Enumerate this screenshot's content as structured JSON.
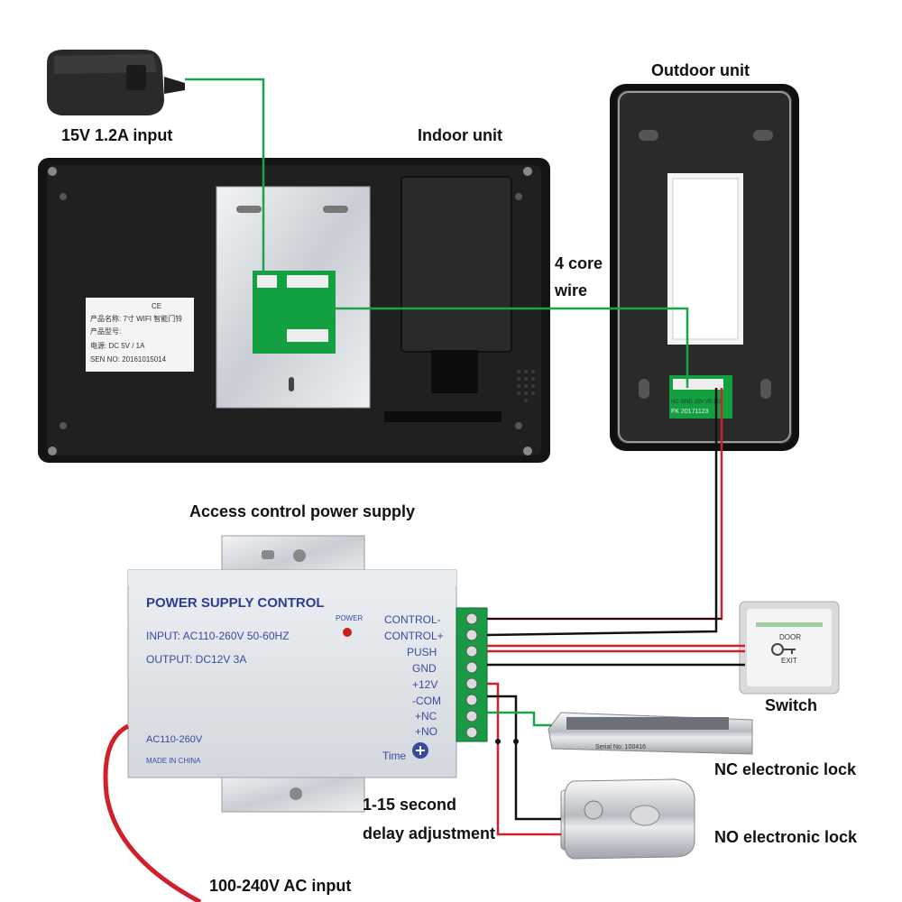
{
  "labels": {
    "adapter_input": "15V 1.2A input",
    "indoor_unit": "Indoor unit",
    "outdoor_unit": "Outdoor unit",
    "core_wire_line1": "4 core",
    "core_wire_line2": "wire",
    "access_power": "Access control power supply",
    "switch": "Switch",
    "nc_lock": "NC electronic lock",
    "no_lock": "NO electronic lock",
    "delay_line1": "1-15 second",
    "delay_line2": "delay adjustment",
    "ac_input": "100-240V AC input"
  },
  "indoor_sticker": {
    "ce_mark": "CE",
    "name_line": "产品名称: 7寸 WIFI 智能门铃",
    "model_line": "产品型号:",
    "power_line": "电源:      DC 5V / 1A",
    "sn_line": "SEN NO: 20161015014"
  },
  "outdoor_board": {
    "pin_text": "NC GND 15V VE LO",
    "code_text": "FK  20171123"
  },
  "psu": {
    "title": "POWER SUPPLY CONTROL",
    "input_line": "INPUT: AC110-260V 50-60HZ",
    "output_line": "OUTPUT: DC12V  3A",
    "power_led": "POWER",
    "ac_label": "AC110-260V",
    "made_in": "MADE IN CHINA",
    "time_label": "Time",
    "terminals": [
      "CONTROL-",
      "CONTROL+",
      "PUSH",
      "GND",
      "+12V",
      "-COM",
      "+NC",
      "+NO"
    ]
  },
  "exit_button": {
    "top_text": "DOOR",
    "bottom_text": "EXIT"
  },
  "nc_lock_plate": {
    "serial": "Serial No: 100416"
  },
  "colors": {
    "wire_green": "#19a64a",
    "wire_red": "#d0202a",
    "wire_black": "#111111",
    "psu_body": "#dfe3e8",
    "psu_text": "#3a4aa0"
  }
}
